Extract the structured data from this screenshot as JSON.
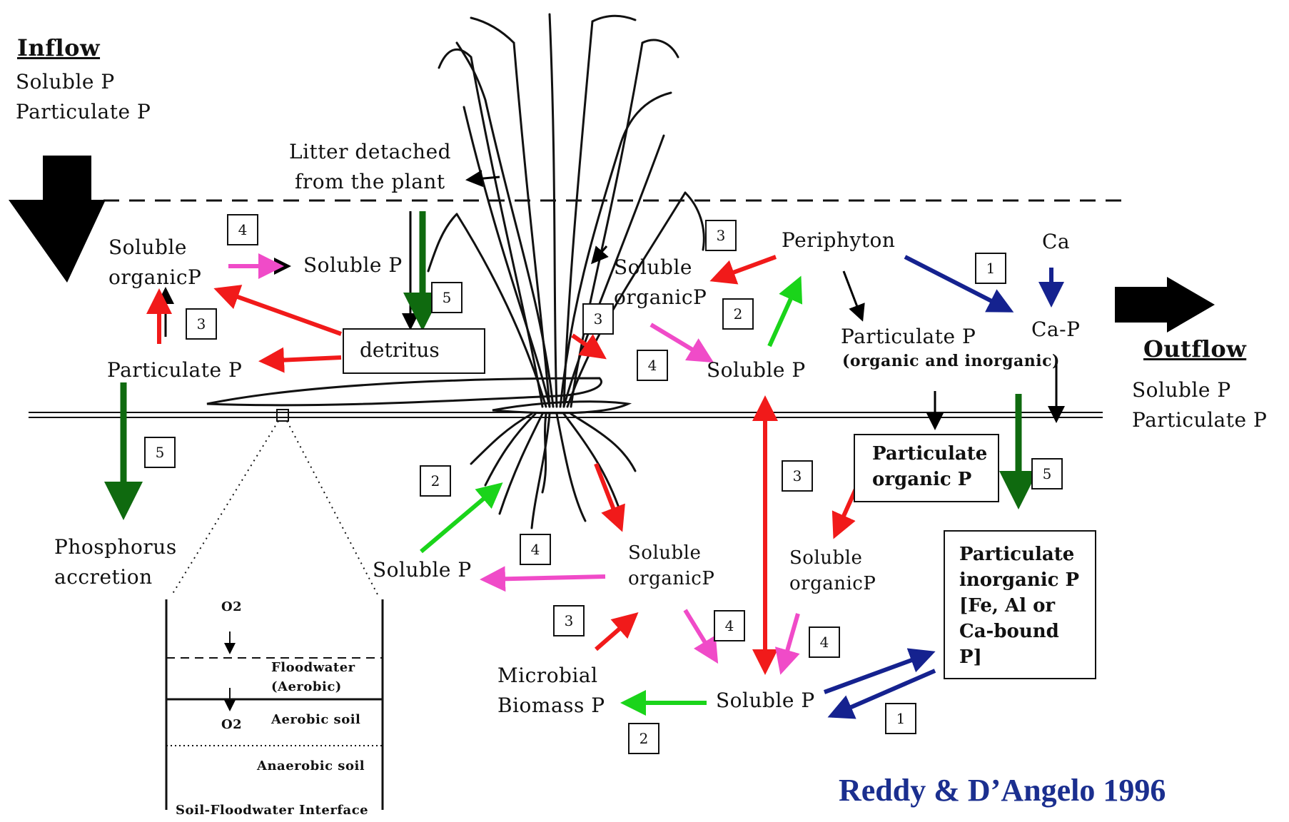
{
  "inflow": {
    "title": "Inflow",
    "l1": "Soluble P",
    "l2": "Particulate P"
  },
  "outflow": {
    "title": "Outflow",
    "l1": "Soluble P",
    "l2": "Particulate P"
  },
  "litter": {
    "l1": "Litter detached",
    "l2": "from the plant"
  },
  "water_column": {
    "soluble_organic_left": {
      "l1": "Soluble",
      "l2": "organicP"
    },
    "soluble_p_top": "Soluble P",
    "particulate_p_left": "Particulate P",
    "detritus": "detritus",
    "soluble_organic_mid": {
      "l1": "Soluble",
      "l2": "organicP"
    },
    "soluble_p_mid": "Soluble P",
    "periphyton": "Periphyton",
    "particulate_p_right": "Particulate P",
    "particulate_p_right_note": "(organic and inorganic)",
    "ca": "Ca",
    "ca_p": "Ca-P"
  },
  "soil": {
    "phosphorus_accretion": {
      "l1": "Phosphorus",
      "l2": "accretion"
    },
    "soluble_p_left": "Soluble P",
    "soluble_organic_root": {
      "l1": "Soluble",
      "l2": "organicP"
    },
    "microbial_biomass": {
      "l1": "Microbial",
      "l2": "Biomass P"
    },
    "soluble_p_bottom": "Soluble P",
    "particulate_organic_box": {
      "l1": "Particulate",
      "l2": "organic P"
    },
    "soluble_organic_right": {
      "l1": "Soluble",
      "l2": "organicP"
    },
    "particulate_inorganic_box": {
      "l1": "Particulate",
      "l2": "inorganic P",
      "l3": "[Fe, Al  or",
      "l4": "Ca-bound",
      "l5": "P]"
    }
  },
  "inset": {
    "o2_top": "O2",
    "floodwater": {
      "l1": "Floodwater",
      "l2": "(Aerobic)"
    },
    "o2_bottom": "O2",
    "aerobic_soil": "Aerobic soil",
    "anaerobic_soil": "Anaerobic soil",
    "caption": "Soil-Floodwater Interface"
  },
  "process_numbers": {
    "n_top_left": "4",
    "n_left_3": "3",
    "n_detritus_5": "5",
    "n_plant_3_top": "3",
    "n_plant_3": "3",
    "n_plant_2": "2",
    "n_plant_4": "4",
    "n_peri_1": "1",
    "n_left_5": "5",
    "n_root_2": "2",
    "n_root_4": "4",
    "n_mid_3": "3",
    "n_right_5": "5",
    "n_bottom_3": "3",
    "n_bottom_4a": "4",
    "n_bottom_4b": "4",
    "n_bottom_2": "2",
    "n_bottom_1": "1"
  },
  "citation": "Reddy & D’Angelo 1996",
  "arrow_colors": {
    "red": "#f11a1a",
    "pink": "#f04bc8",
    "green_light": "#1ad41a",
    "green_dark": "#0f6a0f",
    "blue": "#15228f",
    "black": "#000000"
  }
}
